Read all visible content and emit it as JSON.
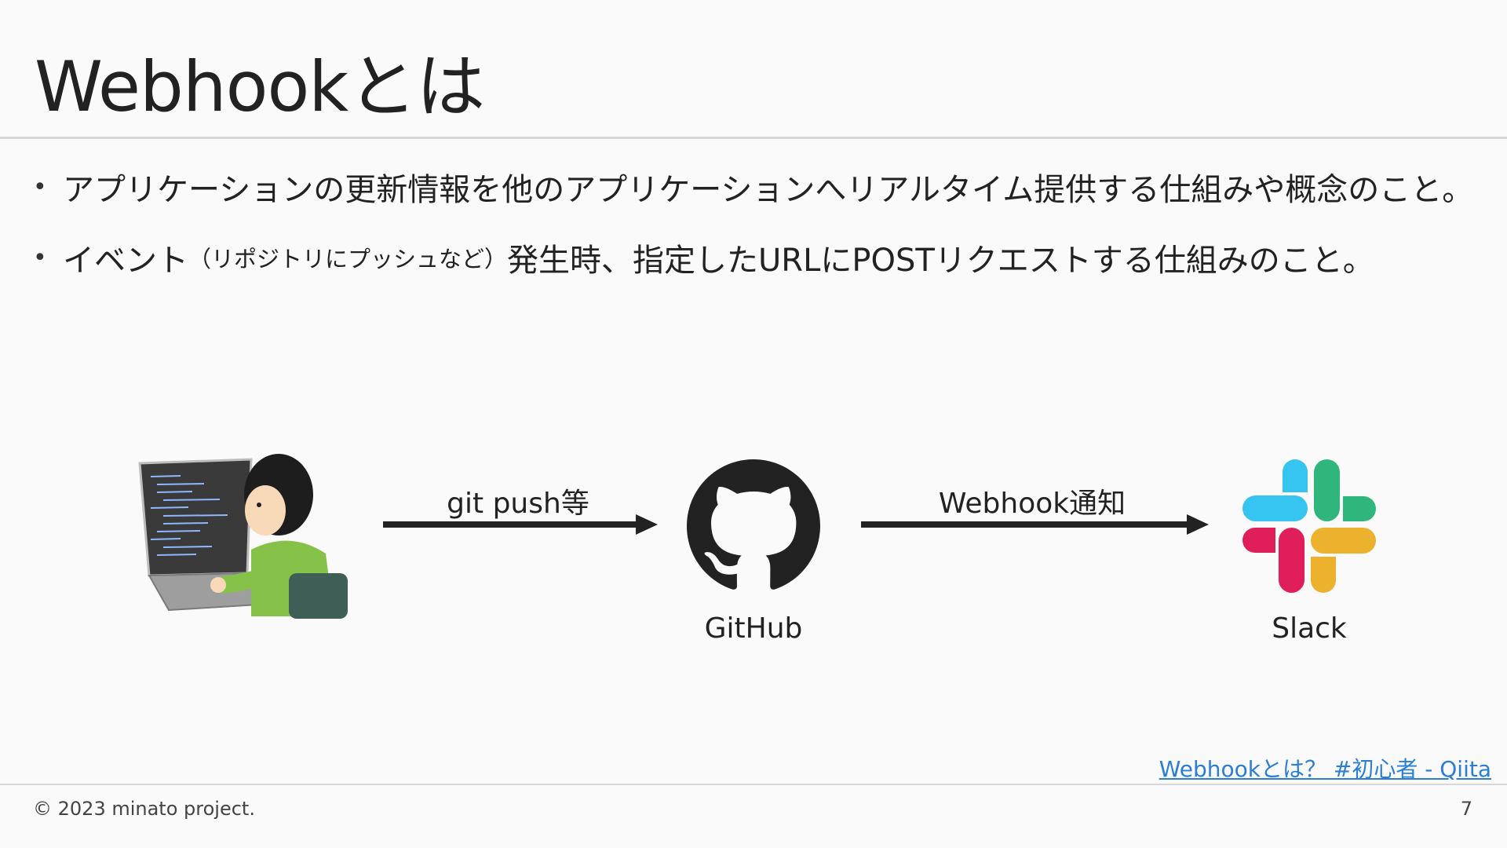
{
  "slide": {
    "title": "Webhookとは",
    "bullets": [
      {
        "text": "アプリケーションの更新情報を他のアプリケーションへリアルタイム提供する仕組みや概念のこと。"
      },
      {
        "prefix": "イベント",
        "note": "（リポジトリにプッシュなど）",
        "suffix": "発生時、指定したURLにPOSTリクエストする仕組みのこと。"
      }
    ],
    "diagram": {
      "arrow1_label": "git push等",
      "arrow2_label": "Webhook通知",
      "github_label": "GitHub",
      "slack_label": "Slack"
    },
    "link_text": "Webhookとは？ #初心者 - Qiita",
    "footer": {
      "copyright": "© 2023 minato project.",
      "page_number": "7"
    }
  },
  "colors": {
    "text": "#222222",
    "link": "#2a7fd4",
    "rule": "#d7d7d7",
    "slack_blue": "#36c5f0",
    "slack_green": "#2eb67d",
    "slack_red": "#e01e5a",
    "slack_yellow": "#ecb22e"
  },
  "icons": [
    "programmer-illustration",
    "github-icon",
    "slack-icon",
    "arrow-right-icon"
  ]
}
